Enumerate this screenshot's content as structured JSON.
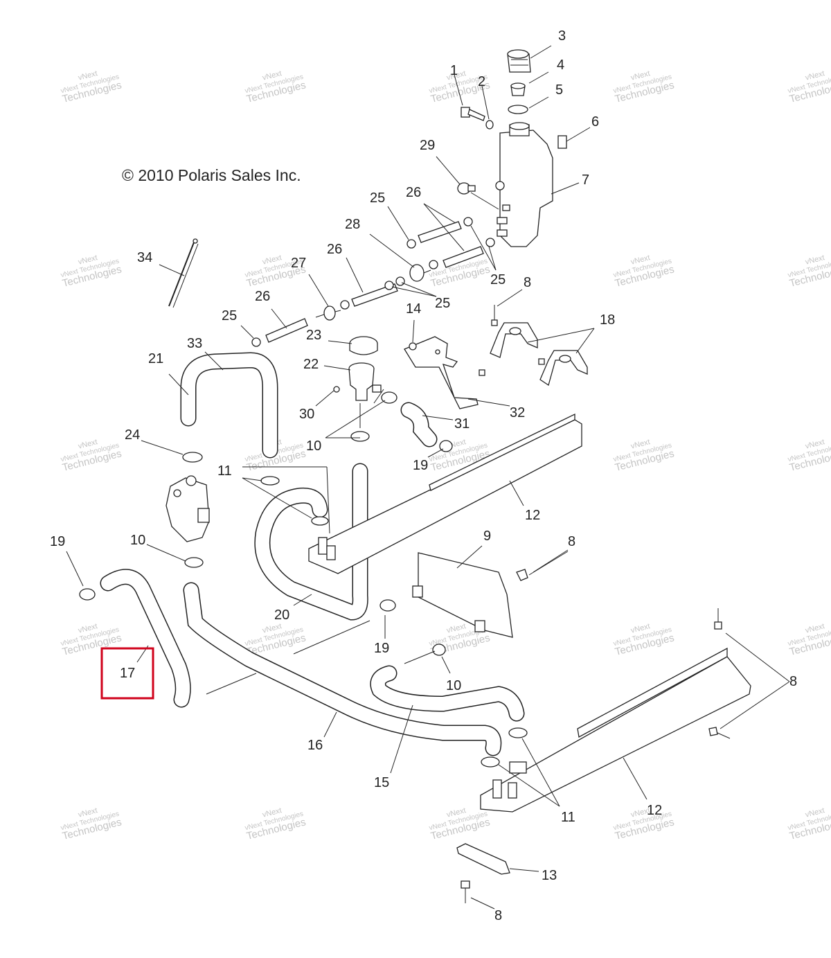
{
  "copyright": "© 2010 Polaris Sales Inc.",
  "watermark": {
    "line1": "vNext",
    "line2": "vNext Technologies",
    "line3": "Technologies"
  },
  "highlight_color": "#d0021b",
  "highlighted_callout": "17",
  "callouts": {
    "c1": "1",
    "c2": "2",
    "c3": "3",
    "c4": "4",
    "c5": "5",
    "c6": "6",
    "c7": "7",
    "c8a": "8",
    "c8b": "8",
    "c8c": "8",
    "c8d": "8",
    "c9": "9",
    "c10a": "10",
    "c10b": "10",
    "c10c": "10",
    "c11a": "11",
    "c11b": "11",
    "c12a": "12",
    "c12b": "12",
    "c13": "13",
    "c14": "14",
    "c15": "15",
    "c16": "16",
    "c17": "17",
    "c18": "18",
    "c19a": "19",
    "c19b": "19",
    "c19c": "19",
    "c20": "20",
    "c21": "21",
    "c22": "22",
    "c23": "23",
    "c24": "24",
    "c25a": "25",
    "c25b": "25",
    "c25c": "25",
    "c25d": "25",
    "c26a": "26",
    "c26b": "26",
    "c26c": "26",
    "c27": "27",
    "c28": "28",
    "c29": "29",
    "c30": "30",
    "c31": "31",
    "c32": "32",
    "c33": "33",
    "c34": "34"
  }
}
